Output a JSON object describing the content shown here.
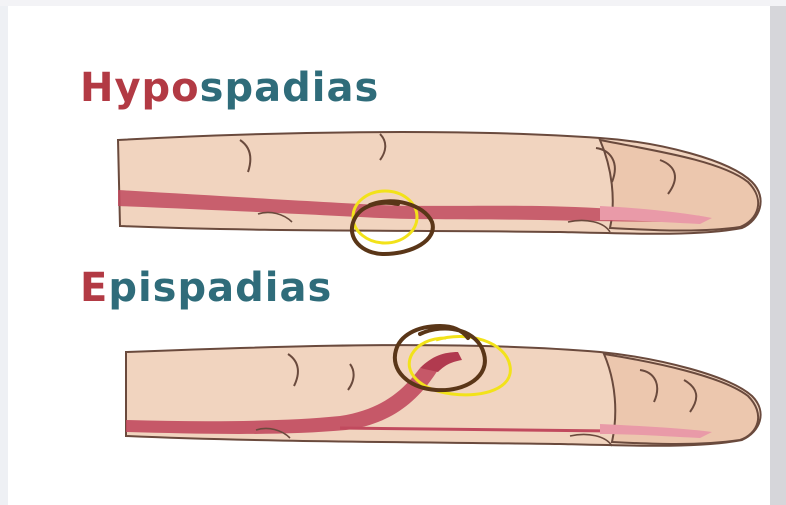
{
  "hypospadias": {
    "title_prefix": "Hypo",
    "title_suffix": "spadias"
  },
  "epispadias": {
    "title_prefix": "E",
    "title_suffix": "pispadias"
  },
  "colors": {
    "skin": "#f1d4bf",
    "skin_shadow": "#e8c2a8",
    "urethra": "#c14a5e",
    "urethra_light": "#e99aa8",
    "outline": "#6a4a3d",
    "annotation_yellow": "#f2e21a",
    "annotation_brown": "#5a3618",
    "title_red": "#b23a44",
    "title_teal": "#2f6c7a",
    "border_gray": "#d6d6da"
  }
}
